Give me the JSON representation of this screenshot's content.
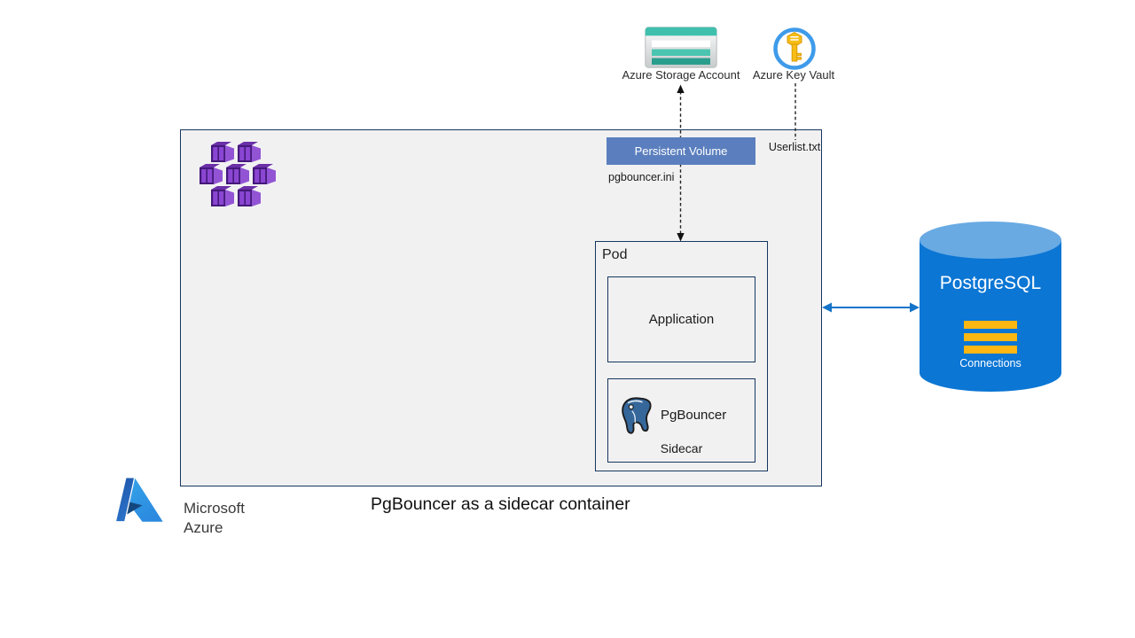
{
  "title": {
    "caption": "PgBouncer as a sidecar container"
  },
  "services": {
    "storage": {
      "label": "Azure Storage Account"
    },
    "key_vault": {
      "label": "Azure Key Vault"
    }
  },
  "cluster": {
    "persistent_volume": {
      "label": "Persistent Volume"
    },
    "files": {
      "userlist": "Userlist.txt",
      "pgbouncer_ini": "pgbouncer.ini"
    },
    "pod": {
      "label": "Pod",
      "application": {
        "label": "Application"
      },
      "pgbouncer": {
        "label": "PgBouncer",
        "role": "Sidecar"
      }
    }
  },
  "database": {
    "name": "PostgreSQL",
    "sub_label": "Connections"
  },
  "branding": {
    "line1": "Microsoft",
    "line2": "Azure"
  },
  "colors": {
    "cluster_border": "#16375f",
    "cluster_bg": "#f1f1f2",
    "persistent_volume_bg": "#5b7fbe",
    "db_body": "#0b76d4",
    "db_top": "#69aae3",
    "db_bars": "#fcb712",
    "arrow_blue": "#1474c9",
    "storage_teal": "#3ec0ad",
    "keyvault_ring": "#3f9bea",
    "aks_purple": "#8a46d2"
  }
}
